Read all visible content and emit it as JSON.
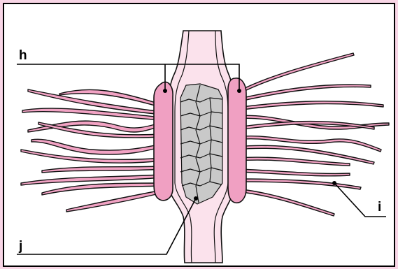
{
  "labels": {
    "h": "h",
    "i": "i",
    "j": "j"
  },
  "colors": {
    "background": "#f8d6e6",
    "panel": "#ffffff",
    "border": "#000000",
    "fiber_fill": "#f2a3c4",
    "node_fill": "#f0a0c2",
    "axon_fill": "#fbe2ec",
    "myelin_cells": "#c9c9c9",
    "outline": "#111111"
  }
}
